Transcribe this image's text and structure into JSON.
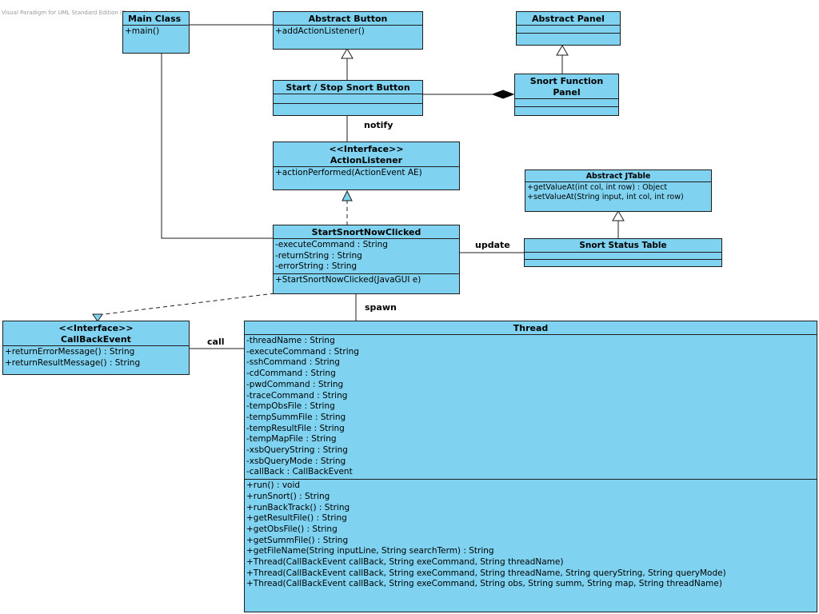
{
  "watermark": "Visual Paradigm for UML Standard Edition (Deakin University)",
  "classes": {
    "main_class": {
      "name": "Main Class",
      "methods": [
        "+main()"
      ]
    },
    "abstract_button": {
      "name": "Abstract Button",
      "methods": [
        "+addActionListener()"
      ]
    },
    "abstract_panel": {
      "name": "Abstract Panel"
    },
    "start_stop_button": {
      "name": "Start / Stop Snort Button"
    },
    "snort_function_panel": {
      "name_line1": "Snort Function",
      "name_line2": "Panel"
    },
    "action_listener": {
      "stereotype": "<<Interface>>",
      "name": "ActionListener",
      "methods": [
        "+actionPerformed(ActionEvent AE)"
      ]
    },
    "abstract_jtable": {
      "name": "Abstract JTable",
      "methods": [
        "+getValueAt(int col, int row) : Object",
        "+setValueAt(String input, int col, int row)"
      ]
    },
    "start_snort_now_clicked": {
      "name": "StartSnortNowClicked",
      "attributes": [
        "-executeCommand : String",
        "-returnString : String",
        "-errorString : String"
      ],
      "methods": [
        "+StartSnortNowClicked(JavaGUI e)"
      ]
    },
    "snort_status_table": {
      "name": "Snort Status Table"
    },
    "callback_event": {
      "stereotype": "<<Interface>>",
      "name": "CallBackEvent",
      "methods": [
        "+returnErrorMessage() : String",
        "+returnResultMessage() : String"
      ]
    },
    "thread": {
      "name": "Thread",
      "attributes": [
        "-threadName : String",
        "-executeCommand : String",
        "-sshCommand : String",
        "-cdCommand : String",
        "-pwdCommand : String",
        "-traceCommand : String",
        "-tempObsFile : String",
        "-tempSummFile : String",
        "-tempResultFile : String",
        "-tempMapFile : String",
        "-xsbQueryString : String",
        "-xsbQueryMode : String",
        "-callBack : CallBackEvent"
      ],
      "methods": [
        "+run() : void",
        "+runSnort() : String",
        "+runBackTrack() : String",
        "+getResultFile() : String",
        "+getObsFile() : String",
        "+getSummFile() : String",
        "+getFileName(String inputLine, String searchTerm) : String",
        "+Thread(CallBackEvent callBack, String exeCommand, String threadName)",
        "+Thread(CallBackEvent callBack, String exeCommand, String threadName, String queryString, String queryMode)",
        "+Thread(CallBackEvent callBack, String exeCommand, String obs, String summ, String map, String threadName)"
      ]
    }
  },
  "labels": {
    "notify": "notify",
    "update": "update",
    "spawn": "spawn",
    "call": "call"
  }
}
